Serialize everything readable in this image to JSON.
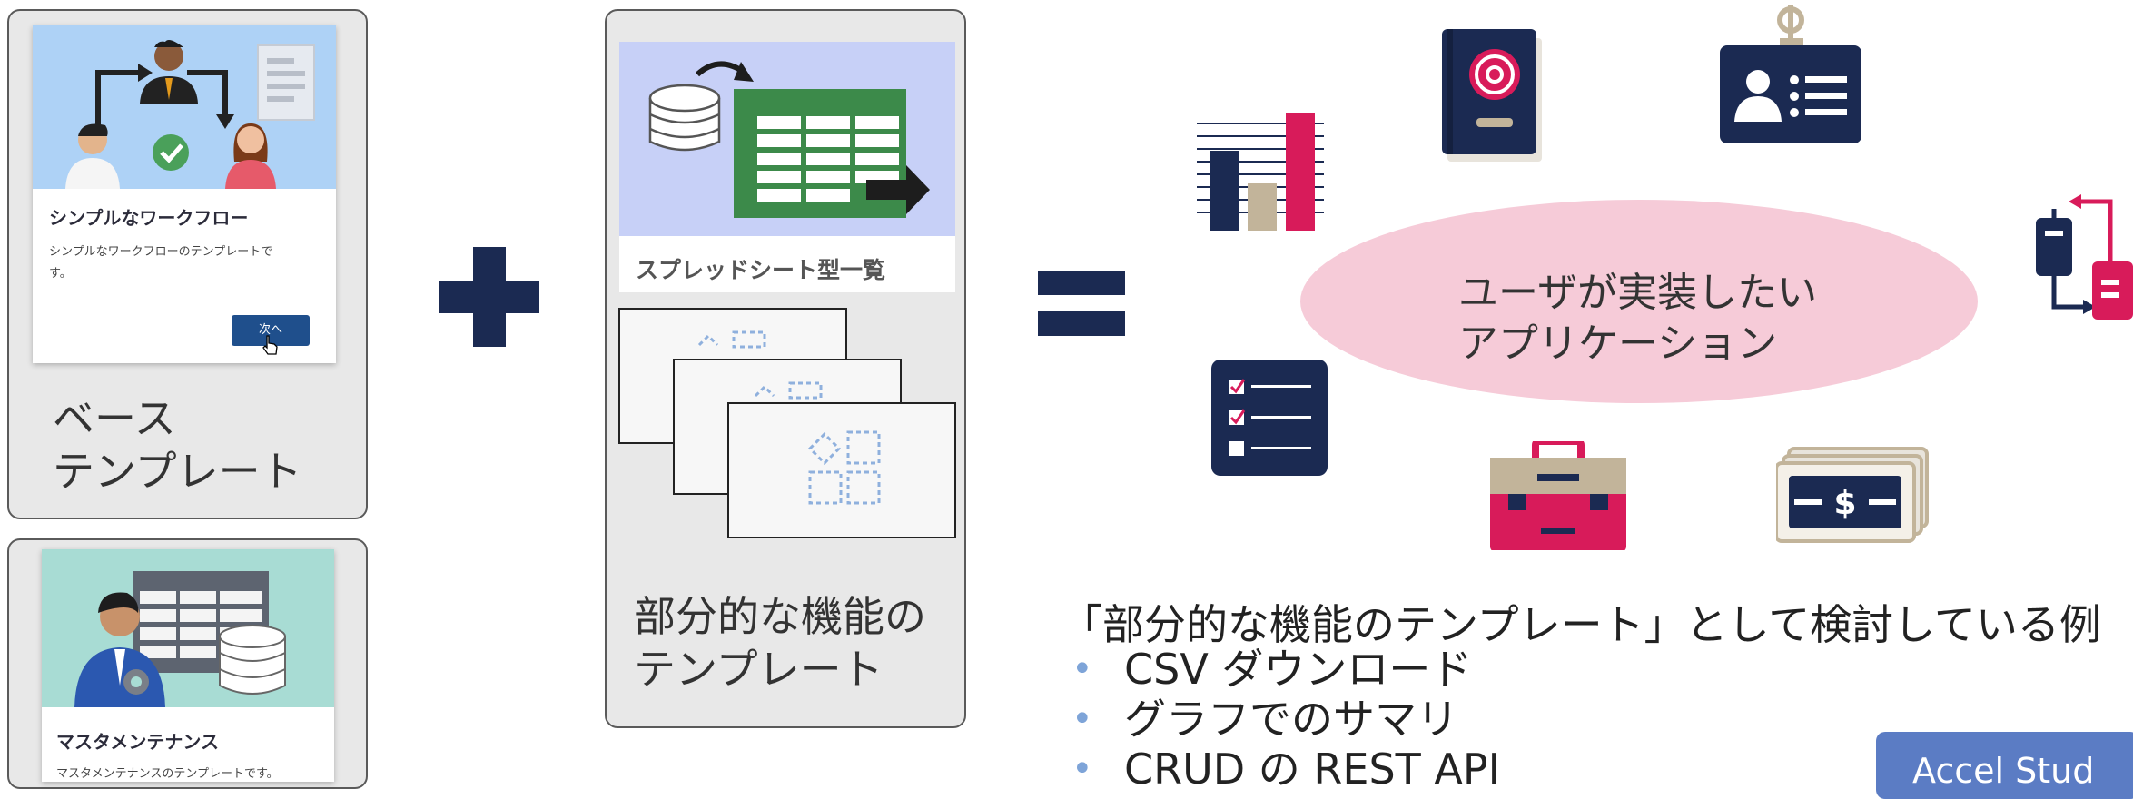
{
  "base_template": {
    "card_title": "シンプルなワークフロー",
    "card_desc_line1": "シンプルなワークフローのテンプレートで",
    "card_desc_line2": "す。",
    "next_button": "次へ",
    "caption_line1": "ベース",
    "caption_line2": "テンプレート"
  },
  "master_template": {
    "card_title": "マスタメンテナンス",
    "card_desc": "マスタメンテナンスのテンプレートです。"
  },
  "partial_template": {
    "card_title": "スプレッドシート型一覧",
    "caption_line1": "部分的な機能の",
    "caption_line2": "テンプレート"
  },
  "center_label": {
    "line1": "ユーザが実装したい",
    "line2": "アプリケーション"
  },
  "examples": {
    "heading": "「部分的な機能のテンプレート」として検討している例",
    "items": [
      "CSV ダウンロード",
      "グラフでのサマリ",
      "CRUD の REST API"
    ]
  },
  "badge": "Accel Stud",
  "colors": {
    "navy": "#1b2a52",
    "pink": "#d81b5a",
    "ellipse": "#f6cbd8",
    "green": "#3c8a4a",
    "light_blue": "#c7d0f7",
    "badge": "#5b7cc4"
  },
  "icons": [
    "plus-icon",
    "equals-icon",
    "bar-chart-icon",
    "email-book-icon",
    "id-badge-icon",
    "flow-icon",
    "checklist-icon",
    "toolbox-icon",
    "money-icon"
  ]
}
